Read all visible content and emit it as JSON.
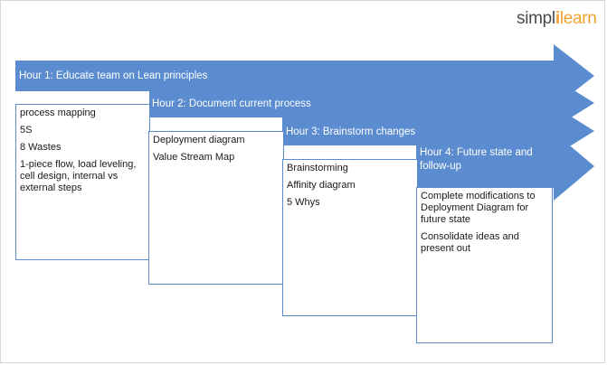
{
  "logo": {
    "part1": "simpl",
    "part2": "i",
    "part3": "learn",
    "colors": {
      "dark": "#4a4a4a",
      "orange": "#f3a133"
    }
  },
  "arrow_color": "#5b8ccf",
  "hours": [
    {
      "title": "Hour 1: Educate team on Lean principles",
      "items": [
        "process mapping",
        "5S",
        "8 Wastes",
        "1-piece flow, load leveling, cell design, internal vs external steps"
      ]
    },
    {
      "title": "Hour 2: Document  current process",
      "items": [
        "Deployment  diagram",
        "Value Stream Map"
      ]
    },
    {
      "title": "Hour 3: Brainstorm changes",
      "items": [
        "Brainstorming",
        "Affinity diagram",
        "5 Whys"
      ]
    },
    {
      "title": "Hour 4: Future state and follow-up",
      "items": [
        "Complete  modifications to Deployment  Diagram for future state",
        "Consolidate ideas and present out"
      ]
    }
  ]
}
